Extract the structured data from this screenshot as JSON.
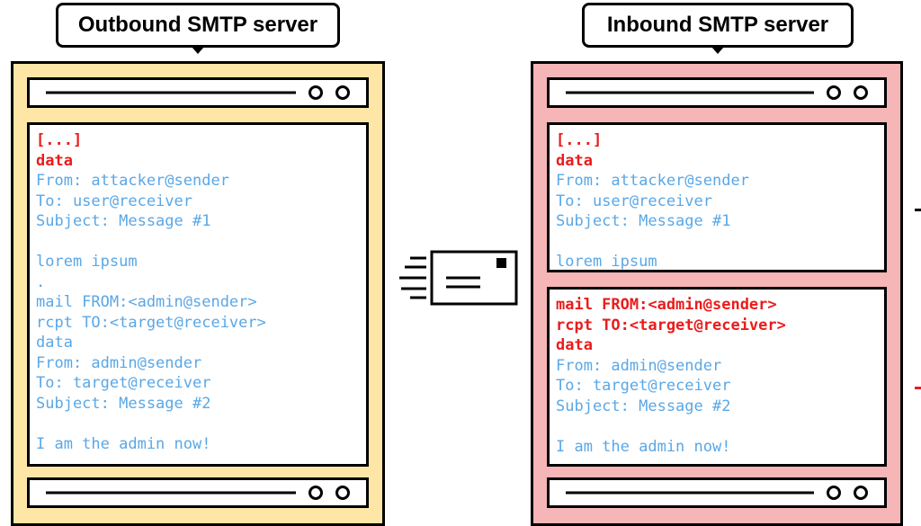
{
  "labels": {
    "outbound": "Outbound SMTP server",
    "inbound": "Inbound SMTP server"
  },
  "colors": {
    "outbound_fill": "#fde6a6",
    "inbound_fill": "#f6b5b6",
    "code_blue": "#5aa7e6",
    "code_red": "#ea1c1c"
  },
  "icons": [
    "envelope-icon"
  ],
  "outbound_panel": {
    "lines": [
      {
        "text": "[...]",
        "color": "red"
      },
      {
        "text": "data",
        "color": "red"
      },
      {
        "text": "From: attacker@sender",
        "color": "blue"
      },
      {
        "text": "To: user@receiver",
        "color": "blue"
      },
      {
        "text": "Subject: Message #1",
        "color": "blue"
      },
      {
        "text": "",
        "color": "blue"
      },
      {
        "text": "lorem ipsum",
        "color": "blue"
      },
      {
        "text": ".",
        "color": "blue"
      },
      {
        "text": "mail FROM:<admin@sender>",
        "color": "blue"
      },
      {
        "text": "rcpt TO:<target@receiver>",
        "color": "blue"
      },
      {
        "text": "data",
        "color": "blue"
      },
      {
        "text": "From: admin@sender",
        "color": "blue"
      },
      {
        "text": "To: target@receiver",
        "color": "blue"
      },
      {
        "text": "Subject: Message #2",
        "color": "blue"
      },
      {
        "text": "",
        "color": "blue"
      },
      {
        "text": "I am the admin now!",
        "color": "blue"
      },
      {
        "text": ".",
        "color": "blue"
      }
    ]
  },
  "inbound_panel_1": {
    "lines": [
      {
        "text": "[...]",
        "color": "red"
      },
      {
        "text": "data",
        "color": "red"
      },
      {
        "text": "From: attacker@sender",
        "color": "blue"
      },
      {
        "text": "To: user@receiver",
        "color": "blue"
      },
      {
        "text": "Subject: Message #1",
        "color": "blue"
      },
      {
        "text": "",
        "color": "blue"
      },
      {
        "text": "lorem ipsum",
        "color": "blue"
      },
      {
        "text": ".",
        "color": "blue"
      }
    ]
  },
  "inbound_panel_2": {
    "lines": [
      {
        "text": "mail FROM:<admin@sender>",
        "color": "red"
      },
      {
        "text": "rcpt TO:<target@receiver>",
        "color": "red"
      },
      {
        "text": "data",
        "color": "red"
      },
      {
        "text": "From: admin@sender",
        "color": "blue"
      },
      {
        "text": "To: target@receiver",
        "color": "blue"
      },
      {
        "text": "Subject: Message #2",
        "color": "blue"
      },
      {
        "text": "",
        "color": "blue"
      },
      {
        "text": "I am the admin now!",
        "color": "blue"
      },
      {
        "text": ".",
        "color": "blue"
      }
    ]
  }
}
